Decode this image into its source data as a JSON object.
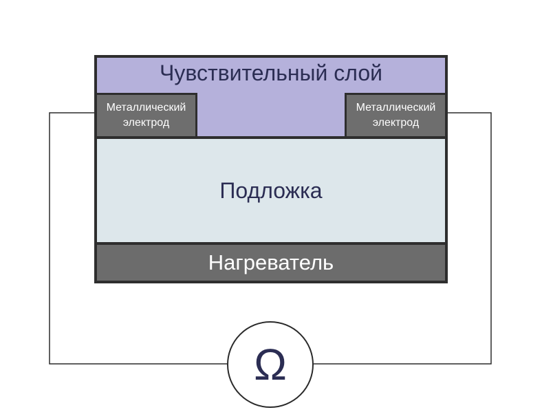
{
  "sensor": {
    "sensitive_layer": "Чувствительный слой",
    "electrode_left": "Металлический\nэлектрод",
    "electrode_right": "Металлический\nэлектрод",
    "substrate": "Подложка",
    "heater": "Нагреватель"
  },
  "meter": {
    "symbol": "Ω"
  },
  "colors": {
    "sensitive_layer": "#b5b1db",
    "electrode": "#6e6e6e",
    "substrate": "#dde7eb",
    "heater": "#6c6c6c",
    "frame": "#2e2e2e",
    "text_dark": "#2b2d53"
  }
}
